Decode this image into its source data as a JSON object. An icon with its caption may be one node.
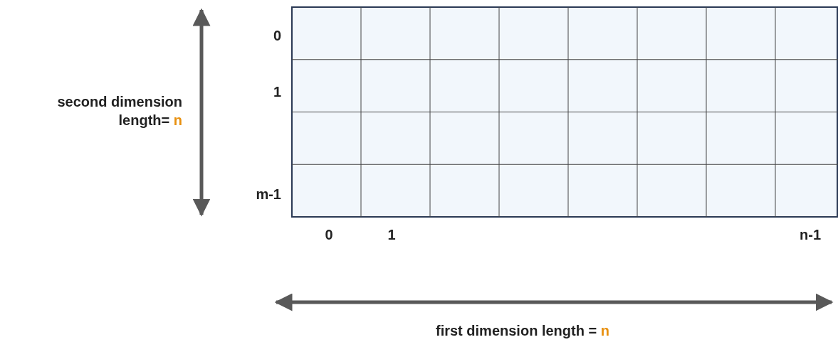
{
  "diagram": {
    "labels": [
      "0",
      "1",
      "m-1",
      "0",
      "1",
      "n-1",
      "second dimension length= n",
      "first dimension length = n"
    ]
  }
}
